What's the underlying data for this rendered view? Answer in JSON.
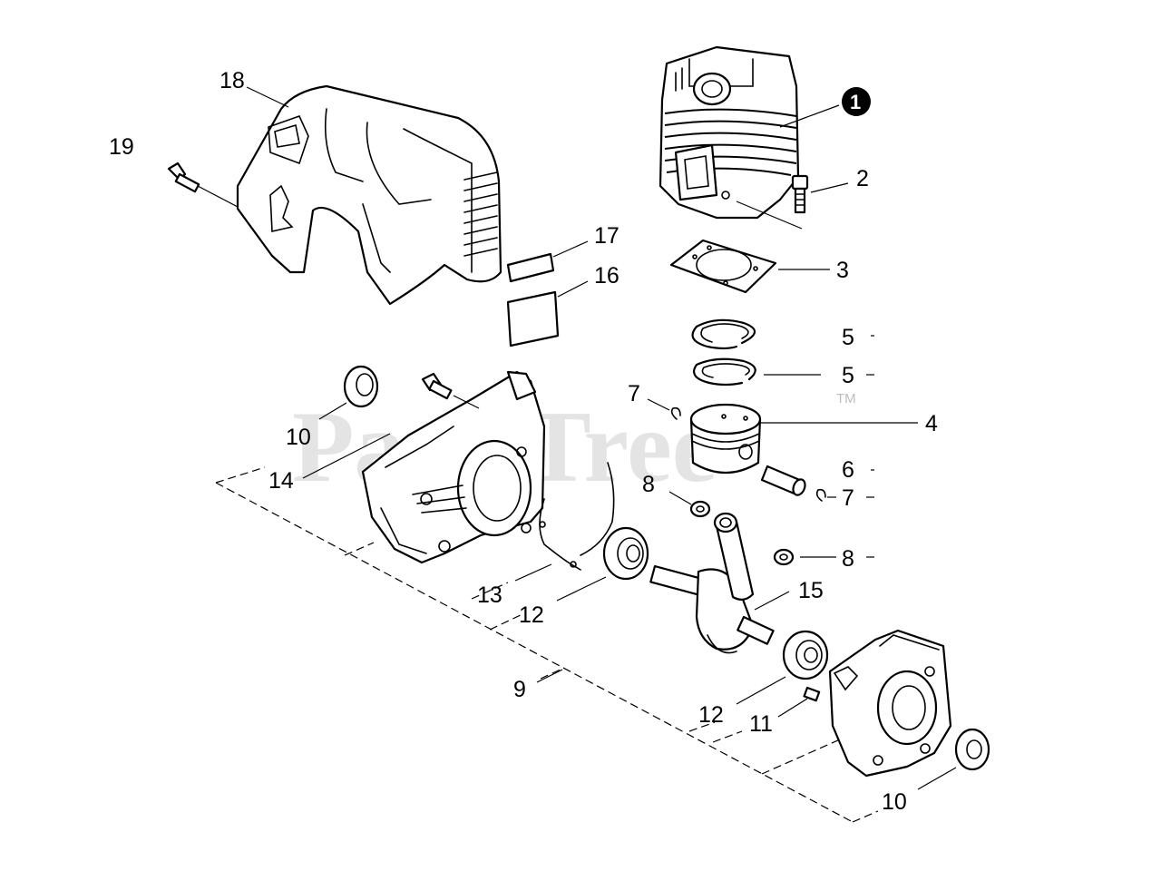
{
  "watermark": {
    "text": "PartsTree",
    "trademark": "TM"
  },
  "callouts": {
    "c1": "1",
    "c2": "2",
    "c3": "3",
    "c4": "4",
    "c5a": "5",
    "c5b": "5",
    "c6": "6",
    "c7a": "7",
    "c7b": "7",
    "c8a": "8",
    "c8b": "8",
    "c9": "9",
    "c10a": "10",
    "c10b": "10",
    "c11": "11",
    "c12a": "12",
    "c12b": "12",
    "c13": "13",
    "c14": "14",
    "c15": "15",
    "c16": "16",
    "c17": "17",
    "c18": "18",
    "c19": "19"
  },
  "colors": {
    "line": "#000000",
    "background": "#ffffff",
    "watermark": "#cfcfcf"
  }
}
